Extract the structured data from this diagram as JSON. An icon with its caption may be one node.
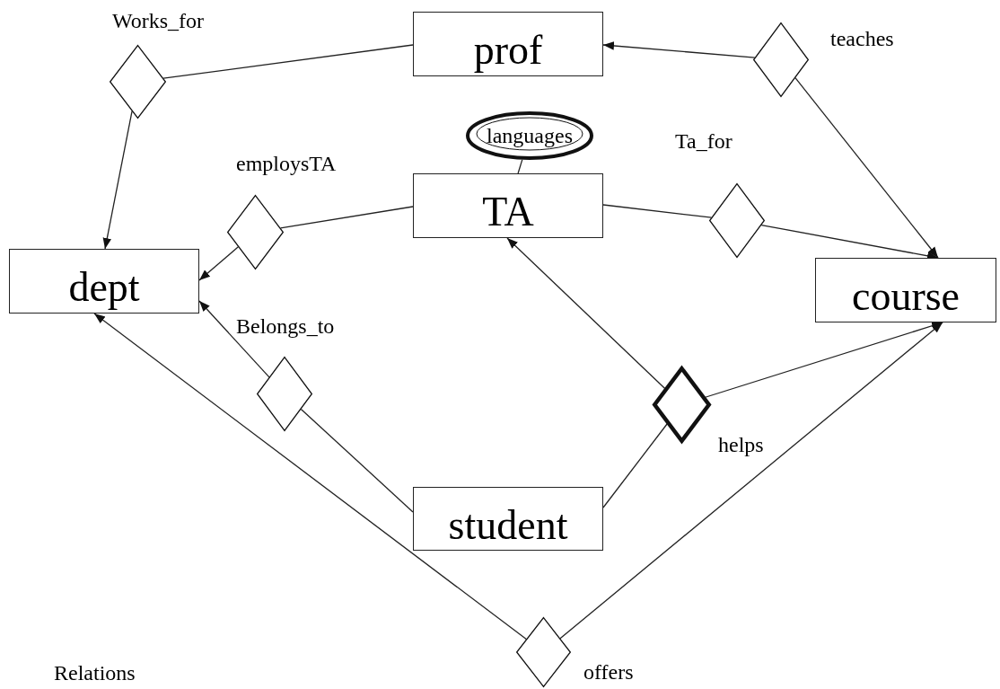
{
  "diagram": {
    "nodes": [
      {
        "text": [
          "Works_for"
        ]
      },
      {
        "text": [
          "prof"
        ]
      },
      {
        "text": [
          "teaches"
        ]
      },
      {
        "text": [
          "languages"
        ]
      },
      {
        "text": [
          "Ta_for"
        ]
      },
      {
        "text": [
          "employsTA"
        ]
      },
      {
        "text": [
          "TA"
        ]
      },
      {
        "text": [
          "dept"
        ]
      },
      {
        "text": [
          "course"
        ]
      },
      {
        "text": [
          "Belongs_to"
        ]
      },
      {
        "text": [
          "helps"
        ]
      },
      {
        "text": [
          "student"
        ]
      },
      {
        "text": [
          "offers"
        ]
      }
    ],
    "edges": [
      {
        "from": 0,
        "to": 1,
        "arrow": "none"
      },
      {
        "from": 0,
        "to": 7,
        "arrow": "to"
      },
      {
        "from": 2,
        "to": 1,
        "arrow": "to"
      },
      {
        "from": 2,
        "to": 8,
        "arrow": "to"
      },
      {
        "from": 6,
        "to": 5,
        "arrow": "none"
      },
      {
        "from": 5,
        "to": 7,
        "arrow": "to"
      },
      {
        "from": 6,
        "to": 4,
        "arrow": "none"
      },
      {
        "from": 4,
        "to": 8,
        "arrow": "to"
      },
      {
        "from": 3,
        "to": 6,
        "arrow": "none"
      },
      {
        "from": 11,
        "to": 9,
        "arrow": "none"
      },
      {
        "from": 9,
        "to": 7,
        "arrow": "to"
      },
      {
        "from": 10,
        "to": 6,
        "arrow": "to"
      },
      {
        "from": 10,
        "to": 8,
        "arrow": "to"
      },
      {
        "from": 11,
        "to": 10,
        "arrow": "none"
      },
      {
        "from": 12,
        "to": 7,
        "arrow": "to"
      },
      {
        "from": 12,
        "to": 8,
        "arrow": "to"
      }
    ],
    "labels": [
      "Relations"
    ]
  }
}
